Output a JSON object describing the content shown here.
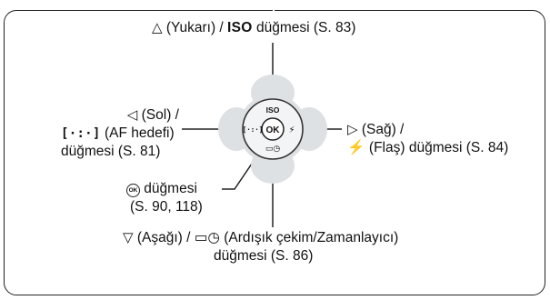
{
  "up": {
    "symbol": "△",
    "text_pre": " (Yukarı) /",
    "iso": "ISO",
    "text_post": " düğmesi (S. 83)"
  },
  "left": {
    "line1_symbol": "◁",
    "line1_text": " (Sol) /",
    "line2_symbol": "[·:·]",
    "line2_text": " (AF hedefi)",
    "line3": "düğmesi (S. 81)"
  },
  "right": {
    "line1_symbol": "▷",
    "line1_text": " (Sağ) /",
    "line2_symbol": "⚡",
    "line2_text": " (Flaş) düğmesi (S. 84)"
  },
  "ok": {
    "symbol": "OK",
    "line1_text": " düğmesi",
    "line2": "(S. 90, 118)"
  },
  "down": {
    "symbol": "▽",
    "text_pre": " (Aşağı) /",
    "symbol2": "▭◷",
    "text_post": " (Ardışık çekim/Zamanlayıcı)",
    "line2": "düğmesi (S. 86)"
  },
  "dial": {
    "iso_label": "ISO",
    "ok_label": "OK",
    "af_label": "[·:·]",
    "flash_label": "⚡",
    "seq_label": "▭◷"
  }
}
